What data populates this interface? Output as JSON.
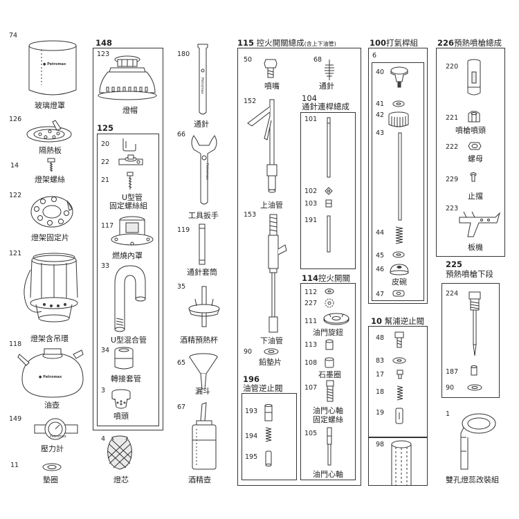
{
  "parts": {
    "p74": {
      "num": "74",
      "label": "玻璃燈罩"
    },
    "p126": {
      "num": "126",
      "label": "隔熱板"
    },
    "p14": {
      "num": "14",
      "label": "燈架螺絲"
    },
    "p122": {
      "num": "122",
      "label": "燈架固定片"
    },
    "p121": {
      "num": "121",
      "label": "燈架含吊環"
    },
    "p118": {
      "num": "118",
      "label": "油壺"
    },
    "p149": {
      "num": "149",
      "label": "壓力計"
    },
    "p11": {
      "num": "11",
      "label": "墊圈"
    },
    "p123": {
      "num": "123",
      "label": "燈帽"
    },
    "p20": {
      "num": "20"
    },
    "p22": {
      "num": "22"
    },
    "p21": {
      "num": "21",
      "label1": "U型管",
      "label2": "固定螺絲組"
    },
    "p117": {
      "num": "117",
      "label": "燃燒內罩"
    },
    "p33": {
      "num": "33",
      "label": "U型混合管"
    },
    "p34": {
      "num": "34",
      "label": "轉接套管"
    },
    "p3": {
      "num": "3",
      "label": "噴頭"
    },
    "p4": {
      "num": "4",
      "label": "燈芯"
    },
    "p180": {
      "num": "180",
      "label": "通針"
    },
    "p66": {
      "num": "66",
      "label": "工具扳手"
    },
    "p119": {
      "num": "119",
      "label": "通針套筒"
    },
    "p35": {
      "num": "35",
      "label": "酒精預熱杯"
    },
    "p65": {
      "num": "65",
      "label": "漏斗"
    },
    "p67": {
      "num": "67",
      "label": "酒精壺"
    },
    "p50": {
      "num": "50",
      "label": "噴嘴"
    },
    "p68": {
      "num": "68",
      "label": "通針"
    },
    "p152": {
      "num": "152",
      "label": "上油管"
    },
    "p153": {
      "num": "153",
      "label": "下油管"
    },
    "p90a": {
      "num": "90",
      "label": "鉛墊片"
    },
    "p193": {
      "num": "193"
    },
    "p194": {
      "num": "194"
    },
    "p195": {
      "num": "195"
    },
    "p101": {
      "num": "101"
    },
    "p102": {
      "num": "102"
    },
    "p103": {
      "num": "103"
    },
    "p191": {
      "num": "191"
    },
    "p112": {
      "num": "112"
    },
    "p227": {
      "num": "227"
    },
    "p111": {
      "num": "111",
      "label": "油門旋鈕"
    },
    "p113": {
      "num": "113"
    },
    "p108": {
      "num": "108",
      "label": "石墨圈"
    },
    "p107": {
      "num": "107",
      "label1": "油門心軸",
      "label2": "固定螺絲"
    },
    "p105": {
      "num": "105",
      "label": "油門心軸"
    },
    "p6": {
      "num": "6"
    },
    "p40": {
      "num": "40"
    },
    "p41": {
      "num": "41"
    },
    "p42": {
      "num": "42"
    },
    "p43": {
      "num": "43"
    },
    "p44": {
      "num": "44"
    },
    "p45": {
      "num": "45"
    },
    "p46": {
      "num": "46",
      "label": "皮碗"
    },
    "p47": {
      "num": "47"
    },
    "p48": {
      "num": "48"
    },
    "p83": {
      "num": "83"
    },
    "p17": {
      "num": "17"
    },
    "p18": {
      "num": "18"
    },
    "p19": {
      "num": "19"
    },
    "p98": {
      "num": "98"
    },
    "p220": {
      "num": "220"
    },
    "p221": {
      "num": "221",
      "label": "噴槍噴頭"
    },
    "p222": {
      "num": "222",
      "label": "螺母"
    },
    "p229": {
      "num": "229",
      "label": "止擋"
    },
    "p223": {
      "num": "223",
      "label": "板機"
    },
    "p224": {
      "num": "224"
    },
    "p187": {
      "num": "187"
    },
    "p90b": {
      "num": "90"
    },
    "p1": {
      "num": "1",
      "label": "雙孔燈蕊改裝組"
    }
  },
  "groups": {
    "g148": {
      "num": "148"
    },
    "g125": {
      "num": "125"
    },
    "g115": {
      "num": "115",
      "label": "控火開關總成",
      "note": "(含上下油管)"
    },
    "g104": {
      "num": "104",
      "label": "通針連桿總成"
    },
    "g114": {
      "num": "114",
      "label": "控火開關"
    },
    "g196": {
      "num": "196",
      "label": "油管逆止閥"
    },
    "g100": {
      "num": "100",
      "label": "打氣桿組"
    },
    "g10": {
      "num": "10",
      "label": "幫浦逆止閥"
    },
    "g226": {
      "num": "226",
      "label": "預熱噴槍總成"
    },
    "g225": {
      "num": "225",
      "label": "預熱噴槍下段"
    }
  },
  "brand": "Petromax"
}
